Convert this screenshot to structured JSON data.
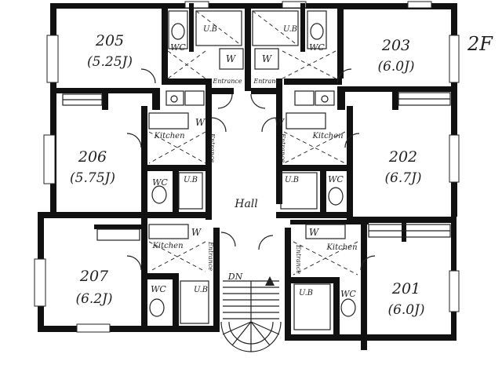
{
  "floor_label": "2F",
  "rooms": [
    {
      "id": "205",
      "size": "(5.25J)"
    },
    {
      "id": "203",
      "size": "(6.0J)"
    },
    {
      "id": "206",
      "size": "(5.75J)"
    },
    {
      "id": "202",
      "size": "(6.7J)"
    },
    {
      "id": "207",
      "size": "(6.2J)"
    },
    {
      "id": "201",
      "size": "(6.0J)"
    }
  ],
  "labels": {
    "hall": "Hall",
    "dn": "DN",
    "wc": "WC",
    "ub": "U.B",
    "w": "W",
    "kitchen": "Kitchen",
    "entrance": "Entrance"
  }
}
